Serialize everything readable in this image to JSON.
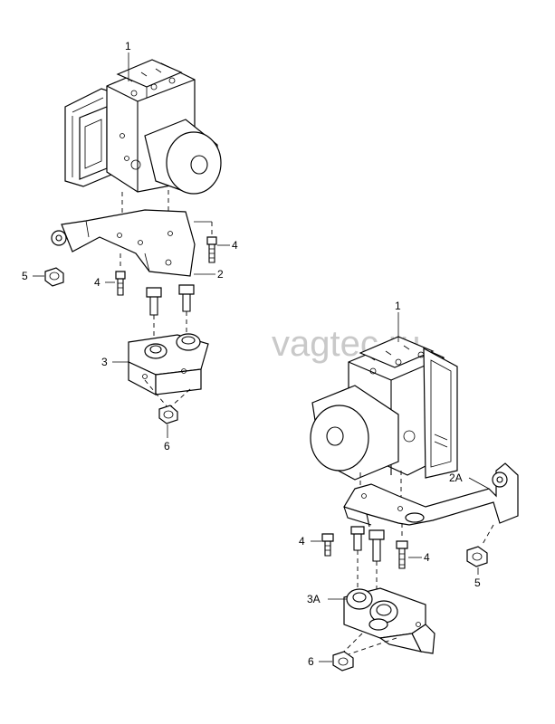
{
  "watermark": "vagtec.ru",
  "callouts": {
    "top": {
      "c1": "1",
      "c2": "2",
      "c3": "3",
      "c4a": "4",
      "c4b": "4",
      "c5": "5",
      "c6": "6"
    },
    "bottom": {
      "c1": "1",
      "c2a": "2A",
      "c3a": "3A",
      "c4a": "4",
      "c4b": "4",
      "c5": "5",
      "c6": "6"
    }
  }
}
